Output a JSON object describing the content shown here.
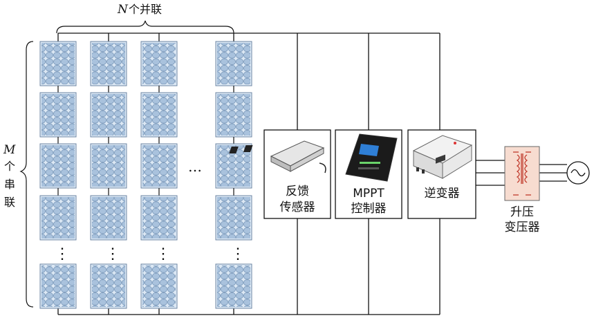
{
  "array": {
    "parallel_label_var": "N",
    "parallel_label_text": "个并联",
    "series_label_var": "M",
    "series_label_chars": [
      "个",
      "串",
      "联"
    ],
    "columns": 4,
    "rows": 5,
    "ellipsis_row": "⋮",
    "ellipsis_col": "…"
  },
  "components": {
    "sensor": {
      "line1": "反馈",
      "line2": "传感器"
    },
    "mppt": {
      "line1": "MPPT",
      "line2": "控制器"
    },
    "inverter": {
      "line1": "逆变器"
    },
    "transformer": {
      "line1": "升压",
      "line2": "变压器"
    }
  },
  "grid_source_icon": "ac-source-icon",
  "colors": {
    "panel_fill": "#dce8f4",
    "cell": "#9fb9d6",
    "transformer_fill": "#f7dcd0",
    "transformer_coil": "#c0392b",
    "line": "#111111"
  }
}
